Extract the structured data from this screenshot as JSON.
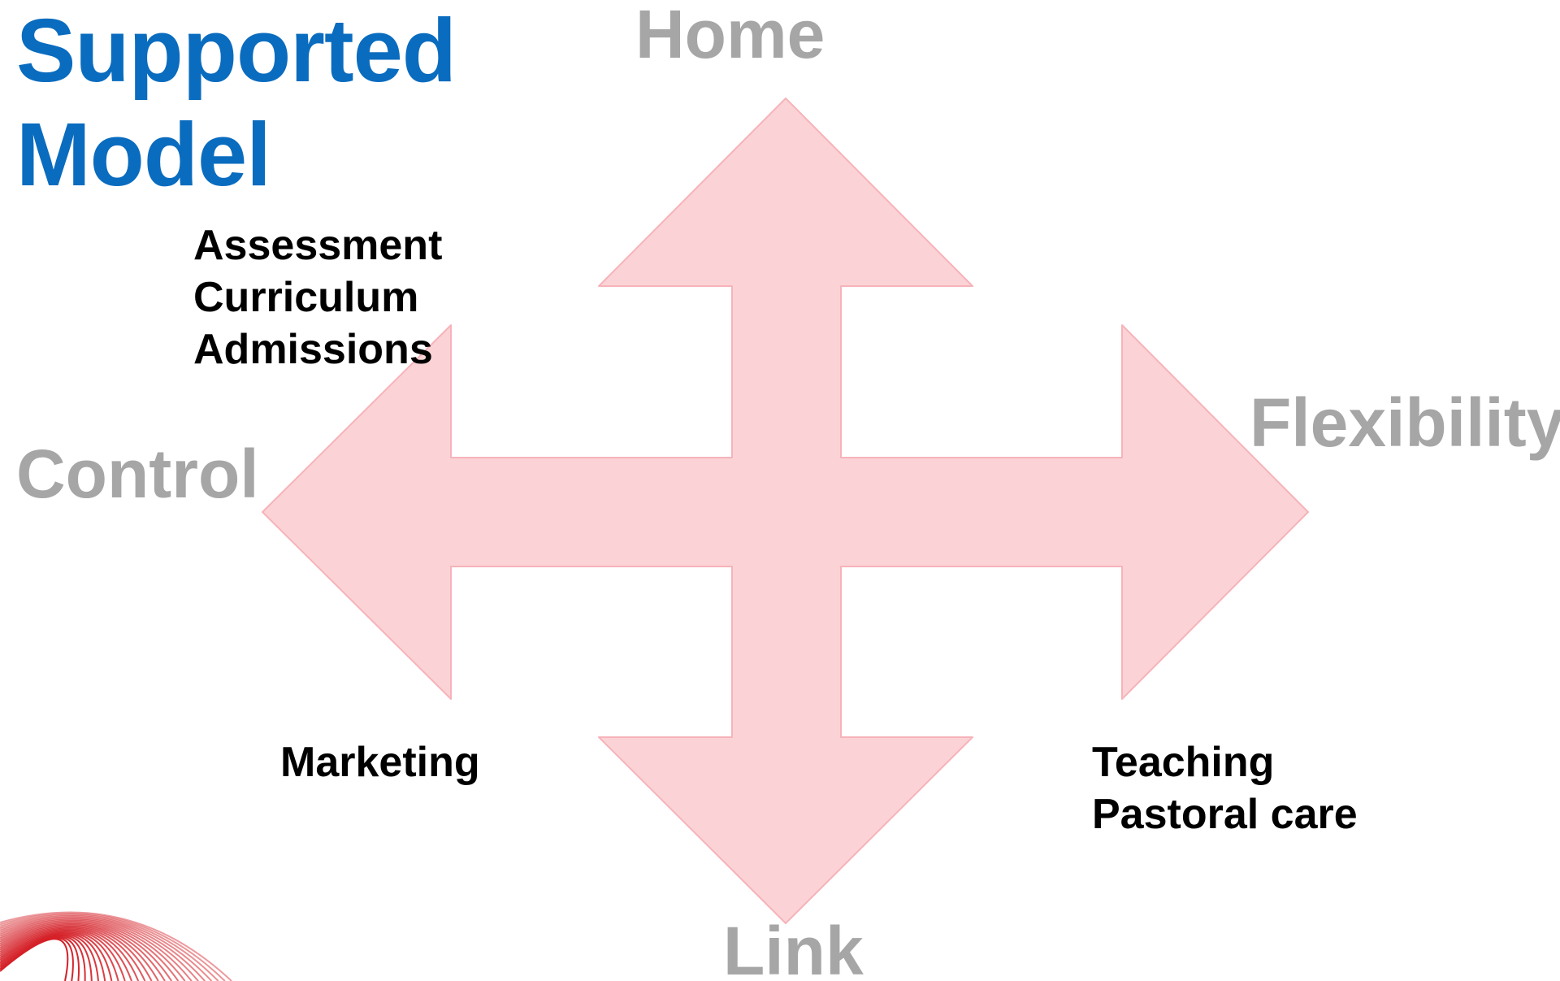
{
  "title": [
    "Supported",
    "Model"
  ],
  "axes": {
    "top": "Home",
    "bottom": "Link",
    "left": "Control",
    "right": "Flexibility"
  },
  "quadrants": {
    "top_left": [
      "Assessment",
      "Curriculum",
      "Admissions"
    ],
    "bottom_left": [
      "Marketing"
    ],
    "bottom_right": [
      "Teaching",
      "Pastoral care"
    ]
  },
  "colors": {
    "title": "#0a6cbf",
    "axis_label": "#a6a6a6",
    "arrow_fill": "#fbd3d6",
    "arrow_edge": "#f6b3b9",
    "quadrant_text": "#000000",
    "decor_lines": "#d42027"
  }
}
